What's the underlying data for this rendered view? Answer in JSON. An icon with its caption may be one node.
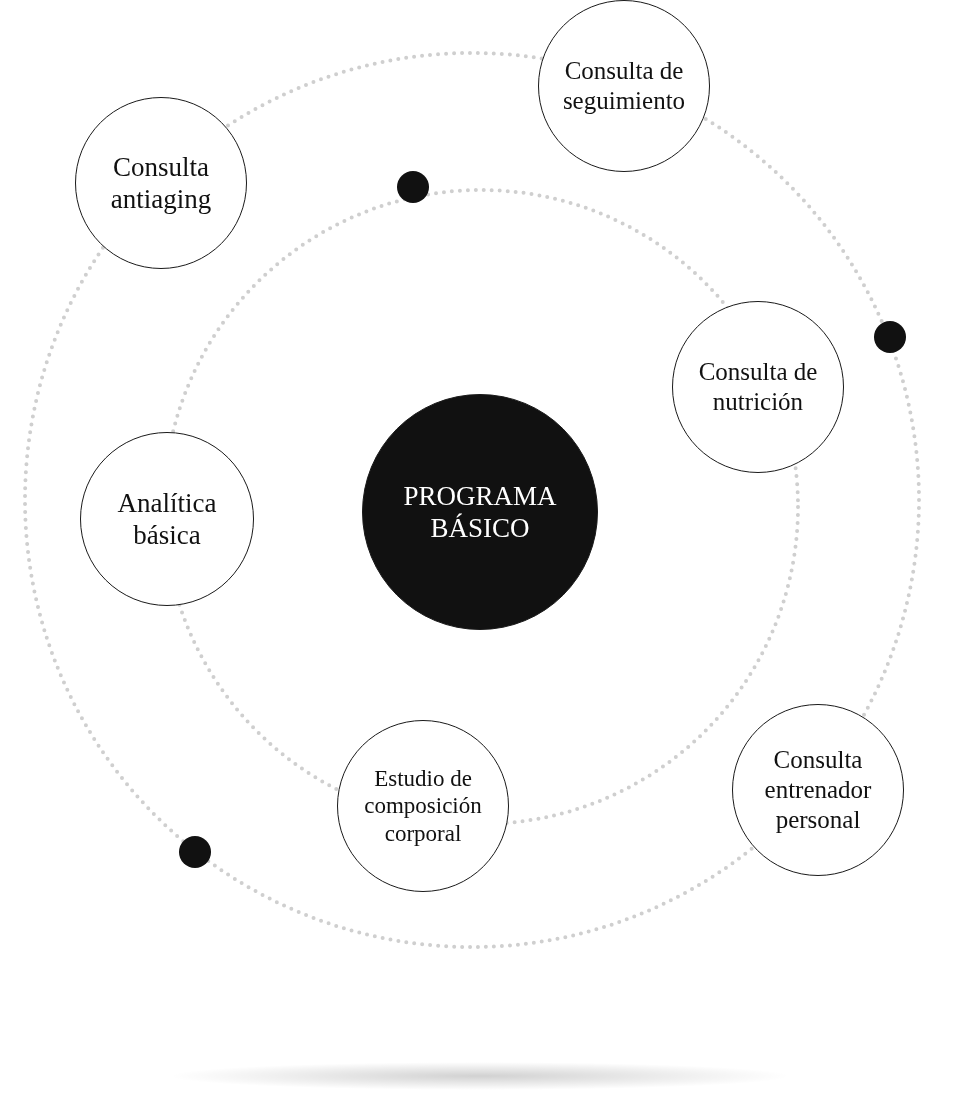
{
  "diagram": {
    "nodes": [
      {
        "text": [
          "Consulta de seguimiento"
        ]
      },
      {
        "text": [
          "Consulta antiaging"
        ]
      },
      {
        "text": [
          "Consulta de nutrición"
        ]
      },
      {
        "text": [
          "Analítica básica"
        ]
      },
      {
        "text": [
          "PROGRAMA BÁSICO"
        ]
      },
      {
        "text": [
          "Consulta entrenador personal"
        ]
      },
      {
        "text": [
          "Estudio de composición corporal"
        ]
      }
    ]
  }
}
